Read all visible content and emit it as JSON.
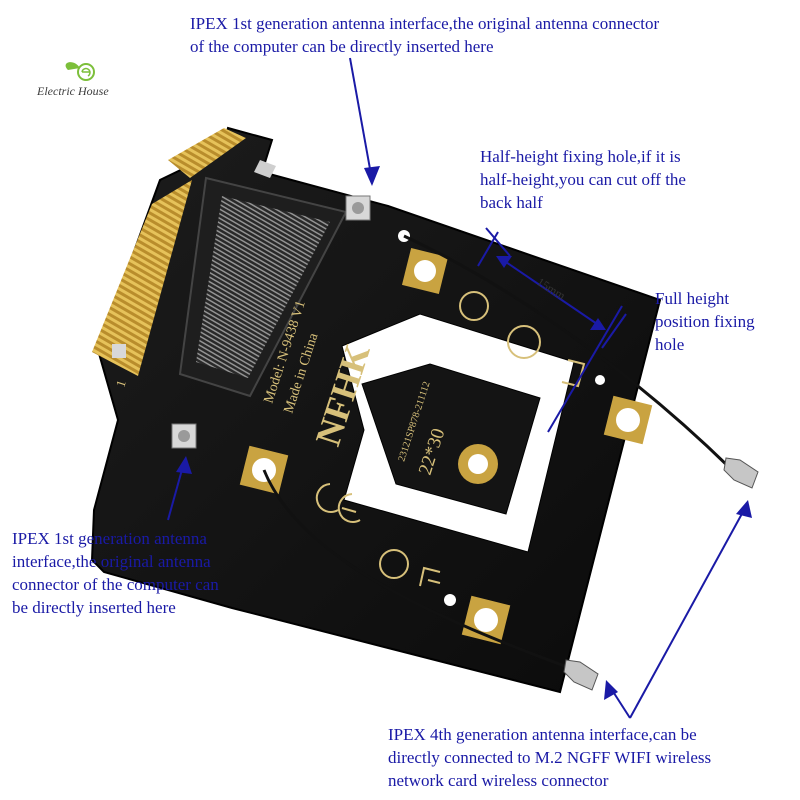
{
  "logo": {
    "text": "Electric House",
    "icon": "leaf-e-icon"
  },
  "annotations": {
    "top": [
      "IPEX 1st generation antenna interface,the original antenna connector",
      "of the computer can be directly inserted here"
    ],
    "half_height": [
      "Half-height fixing hole,if it is",
      "half-height,you can cut off the",
      "back half"
    ],
    "full_height": [
      "Full height",
      "position fixing",
      "hole"
    ],
    "left": [
      "IPEX 1st generation antenna",
      "interface,the original antenna",
      "connector of the computer can",
      "be directly inserted here"
    ],
    "bottom": [
      "IPEX 4th generation antenna interface,can be",
      "directly connected to M.2 NGFF WIFI wireless",
      "network card wireless connector"
    ]
  },
  "dimension": {
    "label": "15mm"
  },
  "board": {
    "model": "Model: N-9438 V1",
    "origin": "Made in China",
    "brand": "NFHK",
    "size_label": "22*30",
    "serial": "23121SP878-211112",
    "pin_mark": "1"
  },
  "colors": {
    "annotation_text": "#1a1aa6",
    "arrow": "#1a1aa6",
    "board": "#111111",
    "gold": "#c9a341",
    "silkscreen": "#d7c07a"
  }
}
